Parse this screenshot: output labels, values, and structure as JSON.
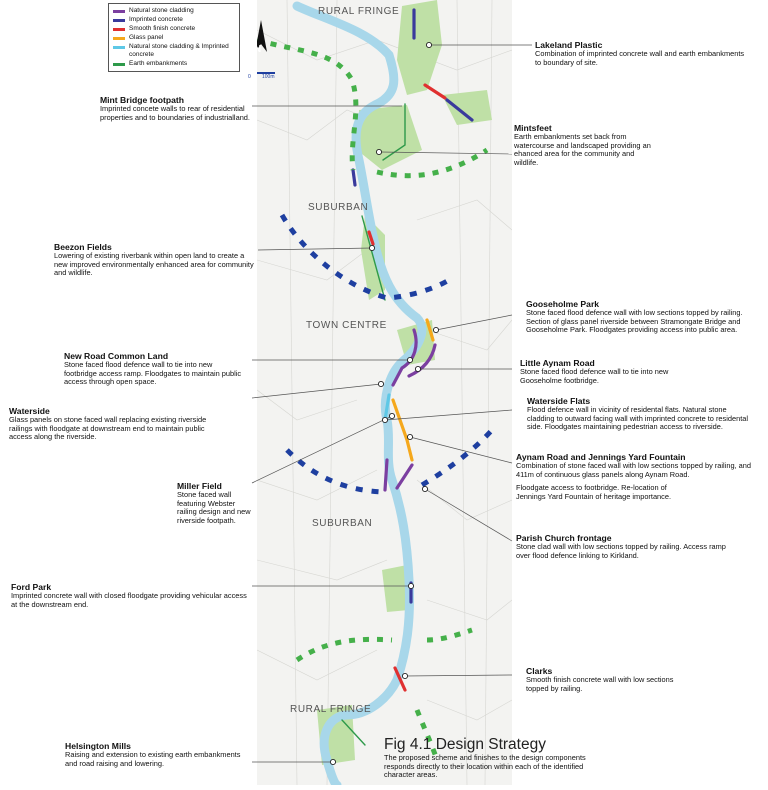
{
  "legend": [
    {
      "label": "Natural stone cladding",
      "color": "#7b3fa0"
    },
    {
      "label": "Imprinted concrete",
      "color": "#3a3a9c"
    },
    {
      "label": "Smooth finish concrete",
      "color": "#e03030"
    },
    {
      "label": "Glass panel",
      "color": "#f5a81c"
    },
    {
      "label": "Natural stone cladding & Imprinted concrete",
      "color": "#5ec8e6"
    },
    {
      "label": "Earth embankments",
      "color": "#2e9a4a"
    }
  ],
  "character_areas": {
    "rural_fringe_top": "RURAL FRINGE",
    "suburban_top": "SUBURBAN",
    "town_centre": "TOWN CENTRE",
    "suburban_bottom": "SUBURBAN",
    "rural_fringe_bottom": "RURAL FRINGE"
  },
  "scale_bar": {
    "zero": "0",
    "max": "100m"
  },
  "north_label": "N",
  "annotations": {
    "lakeland": {
      "title": "Lakeland Plastic",
      "text": "Combination of imprinted concrete wall and earth embankments to boundary of site."
    },
    "mint": {
      "title": "Mint Bridge footpath",
      "text": "Imprinted concete walls to rear of residential properties and to boundaries of industrialland."
    },
    "mintsfeet": {
      "title": "Mintsfeet",
      "text": "Earth embankments set back from watercourse and landscaped providing an ehanced area for the community and wildlife."
    },
    "beezon": {
      "title": "Beezon Fields",
      "text": "Lowering of existing riverbank within open land to create a new improved environmentally enhanced area for community and wildlife."
    },
    "gooseholme": {
      "title": "Gooseholme Park",
      "text": "Stone faced flood defence wall with low sections topped by railing. Section of glass panel riverside between Stramongate Bridge and Gooseholme Park. Floodgates providing access into public area."
    },
    "newroad": {
      "title": "New Road Common Land",
      "text": "Stone faced flood defence wall to tie into new footbridge access ramp. Floodgates to maintain public access through open space."
    },
    "littleaynam": {
      "title": "Little Aynam Road",
      "text": "Stone faced flood defence wall to tie into new Gooseholme footbridge."
    },
    "waterside": {
      "title": "Waterside",
      "text": "Glass panels on stone faced wall replacing existing riverside railings with floodgate at downstream end to maintain public access along the riverside."
    },
    "watersideflats": {
      "title": "Waterside Flats",
      "text": "Flood defence wall in vicinity of residental flats. Natural stone cladding to outward facing wall with imprinted concrete to residental side. Floodgates maintaining pedestrian access to riverside."
    },
    "aynam": {
      "title": "Aynam Road and Jennings Yard Fountain",
      "text": "Combination of stone faced wall with low sections topped by railing, and 411m of continuous glass panels along Aynam Road.",
      "text2": "Floodgate access to footbridge. Re-location of Jennings Yard Fountain of heritage importance."
    },
    "miller": {
      "title": "Miller Field",
      "text": "Stone faced wall featuring Webster railing design and new riverside footpath."
    },
    "parish": {
      "title": "Parish Church frontage",
      "text": "Stone clad wall with low sections topped by railing. Access ramp over flood defence linking to Kirkland."
    },
    "ford": {
      "title": "Ford Park",
      "text": "Imprinted concrete wall with closed floodgate providing vehicular access at the downstream end."
    },
    "clarks": {
      "title": "Clarks",
      "text": "Smooth finish concrete wall with low sections topped by railing."
    },
    "helsington": {
      "title": "Helsington Mills",
      "text": "Raising and extension to existing earth embankments and road raising and lowering."
    }
  },
  "figure": {
    "title": "Fig 4.1 Design Strategy",
    "description": "The proposed scheme and finishes to the design components responds directly to their location within each of the identified character areas."
  }
}
